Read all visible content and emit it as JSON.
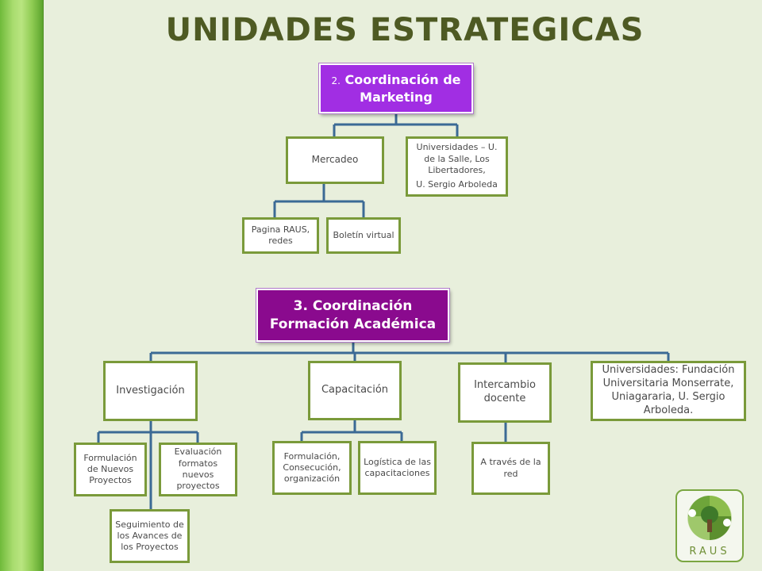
{
  "title": "UNIDADES ESTRATEGICAS",
  "marketing": {
    "number": "2.",
    "label": "Coordinación de Marketing",
    "children": [
      {
        "label": "Mercadeo",
        "children": [
          {
            "label": "Pagina RAUS, redes"
          },
          {
            "label": "Boletín virtual"
          }
        ]
      },
      {
        "label_lines": [
          "Universidades – U. de la Salle, Los Libertadores,",
          "U. Sergio Arboleda"
        ]
      }
    ]
  },
  "academic": {
    "label": "3. Coordinación Formación Académica",
    "children": [
      {
        "label": "Investigación",
        "children": [
          {
            "label": "Formulación de Nuevos Proyectos"
          },
          {
            "label": "Evaluación formatos nuevos proyectos"
          },
          {
            "label": "Seguimiento de los Avances de los Proyectos"
          }
        ]
      },
      {
        "label": "Capacitación",
        "children": [
          {
            "label": "Formulación, Consecución, organización"
          },
          {
            "label": "Logística de las capacitaciones"
          }
        ]
      },
      {
        "label": "Intercambio docente",
        "children": [
          {
            "label": "A través de la red"
          }
        ]
      },
      {
        "label": "Universidades: Fundación Universitaria Monserrate, Uniagararia, U. Sergio Arboleda."
      }
    ]
  },
  "logo": {
    "text": "RAUS"
  },
  "colors": {
    "marketing_head": "#a12ee3",
    "academic_head": "#8a0a8e",
    "node_border": "#7a9a3a",
    "connector": "#3b6a95",
    "title": "#4e5a23"
  }
}
